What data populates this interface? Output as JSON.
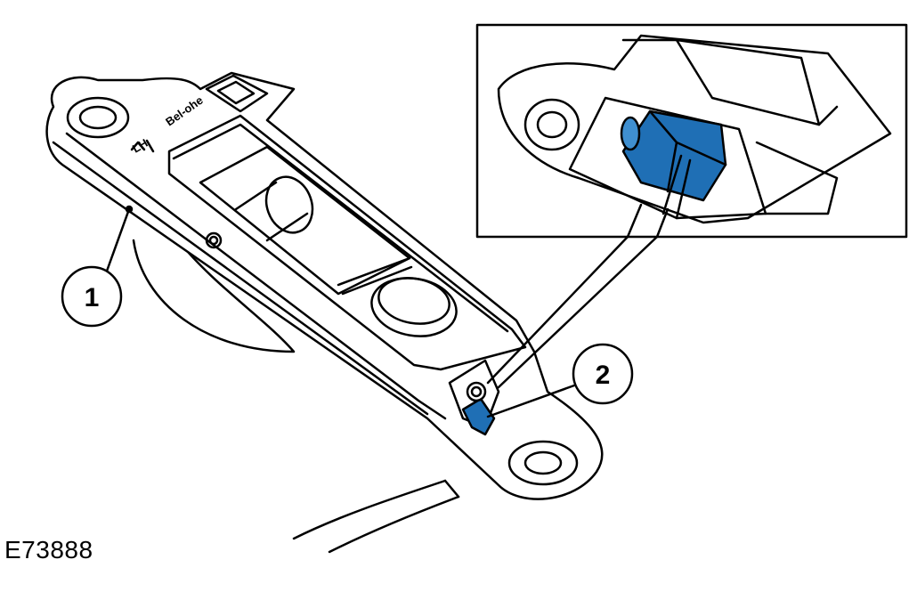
{
  "figure": {
    "id": "E73888",
    "callouts": [
      {
        "label": "1"
      },
      {
        "label": "2"
      }
    ],
    "stamps": {
      "side_mark": "LH",
      "maker_mark": "Bel-ohe"
    },
    "colors": {
      "line": "#000000",
      "sensor_blue": "#1f6fb5",
      "sensor_blue_light": "#3f8fd0",
      "background": "#ffffff"
    }
  }
}
